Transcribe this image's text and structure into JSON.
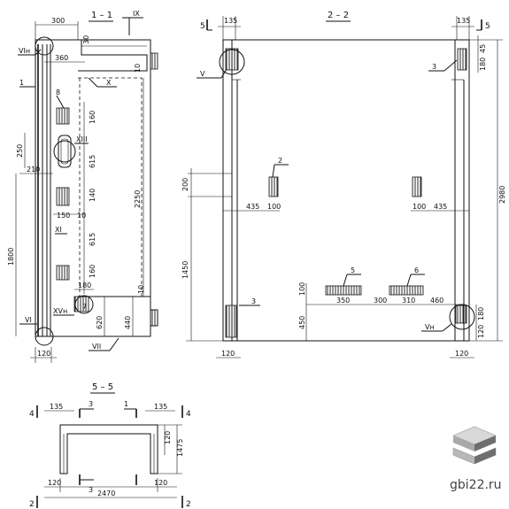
{
  "section_1_1": {
    "title": "1 – 1",
    "callouts": {
      "ix": "IX",
      "x": "X",
      "vi_top": "VIн",
      "xiii": "XIII",
      "xi": "XI",
      "xiv": "XVн",
      "vi_bottom": "VI",
      "vii": "VII",
      "eight": "8",
      "seven": "7"
    },
    "dims": {
      "top_300": "300",
      "top_360": "360",
      "d30": "30",
      "d10": "10",
      "d250": "250",
      "d210": "210",
      "d1800": "1800",
      "d160a": "160",
      "d615a": "615",
      "d140": "140",
      "d150": "150",
      "d10b": "10",
      "d615b": "615",
      "d160b": "160",
      "d180": "180",
      "d2250": "2250",
      "d620": "620",
      "d440": "440",
      "d10c": "10",
      "d120": "120",
      "d1": "1"
    }
  },
  "section_2_2": {
    "title": "2 – 2",
    "section_marks": {
      "left": "5",
      "right": "5"
    },
    "callouts": {
      "v_left": "V",
      "vn_right": "Vн",
      "three_top": "3",
      "three_bottom": "3",
      "two": "2",
      "five": "5",
      "six": "6"
    },
    "dims": {
      "d135l": "135",
      "d135r": "135",
      "d45": "45",
      "d180r": "180",
      "d200": "200",
      "d435l": "435",
      "d100l": "100",
      "d100r": "100",
      "d435r": "435",
      "d1450": "1450",
      "d2980": "2980",
      "d100v": "100",
      "d450": "450",
      "d350": "350",
      "d300": "300",
      "d310": "310",
      "d460": "460",
      "d180b": "180",
      "d120b": "120",
      "d120l": "120",
      "d120r": "120"
    }
  },
  "section_5_5": {
    "title": "5 – 5",
    "marks": {
      "top_left": "4",
      "top_right": "4",
      "bottom_left": "2",
      "bottom_right": "2",
      "three_top": "3",
      "three_bottom": "3",
      "one": "1"
    },
    "dims": {
      "d135a": "135",
      "d135b": "135",
      "d120h": "120",
      "d1475": "1475",
      "d120a": "120",
      "d120b": "120",
      "d2470": "2470"
    }
  },
  "watermark": "gbi22.ru",
  "colors": {
    "ink": "#111111",
    "paper": "#ffffff",
    "logo_light": "#d8d8d8",
    "logo_mid": "#a9a9a9",
    "logo_dark": "#6e6e6e"
  }
}
